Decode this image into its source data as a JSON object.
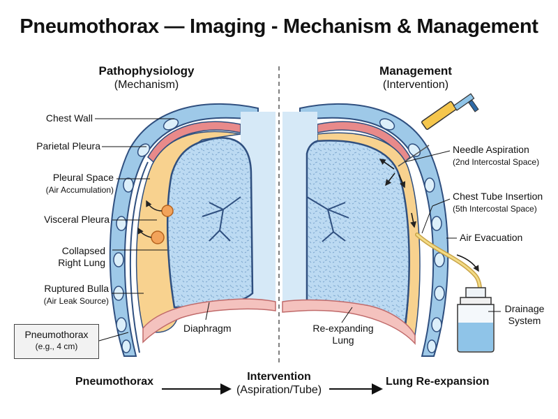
{
  "title": "Pneumothorax — Imaging - Mechanism & Management",
  "left_header": {
    "title": "Pathophysiology",
    "subtitle": "(Mechanism)"
  },
  "right_header": {
    "title": "Management",
    "subtitle": "(Intervention)"
  },
  "left_labels": {
    "chest_wall": "Chest Wall",
    "parietal_pleura": "Parietal Pleura",
    "pleural_space": "Pleural Space",
    "pleural_space_note": "(Air Accumulation)",
    "visceral_pleura": "Visceral Pleura",
    "collapsed_line1": "Collapsed",
    "collapsed_line2": "Right Lung",
    "bulla": "Ruptured Bulla",
    "bulla_note": "(Air Leak Source)",
    "diaphragm": "Diaphragm"
  },
  "box": {
    "label": "Pneumothorax",
    "note": "(e.g., 4 cm)"
  },
  "right_labels": {
    "needle": "Needle Aspiration",
    "needle_note": "(2nd Intercostal Space)",
    "tube": "Chest Tube Insertion",
    "tube_note": "(5th Intercostal Space)",
    "air_evac": "Air Evacuation",
    "drain_line1": "Drainage",
    "drain_line2": "System",
    "reexp_line1": "Re-expanding",
    "reexp_line2": "Lung"
  },
  "flow": {
    "step1": "Pneumothorax",
    "step2": "Intervention",
    "step2_note": "(Aspiration/Tube)",
    "step3": "Lung Re-expansion"
  },
  "colors": {
    "outline": "#2f4f7f",
    "chest_wall_band": "#9ec9e8",
    "muscle": "#e88a8a",
    "pleural_space": "#f8d28f",
    "lung": "#bcdaf2",
    "diaphragm": "#f4c2be",
    "bulla": "#f2a35a"
  }
}
